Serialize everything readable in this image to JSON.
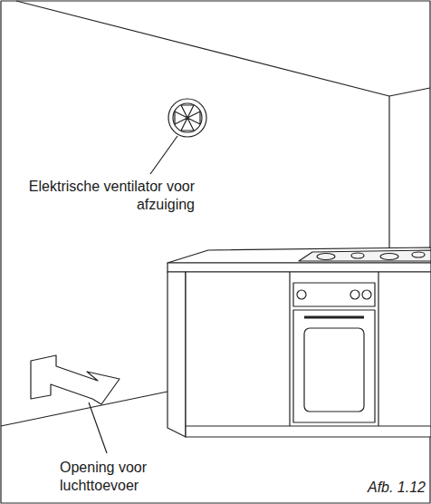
{
  "diagram": {
    "labels": [
      "Elektrische ventilator voor afzuiging",
      "Opening voor luchttoevoer",
      "Afb. 1.12"
    ]
  }
}
